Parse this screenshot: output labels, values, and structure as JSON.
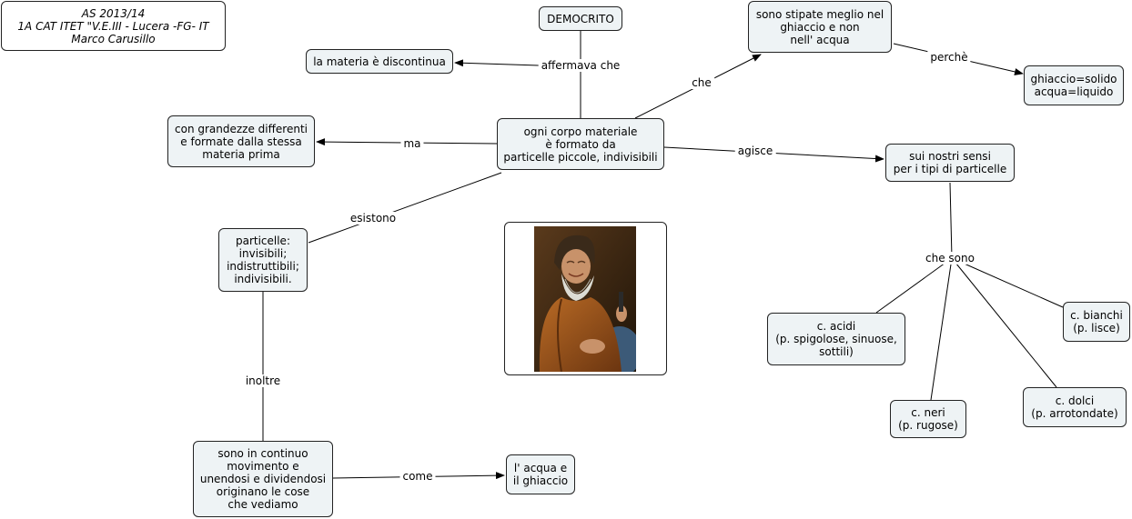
{
  "nodes": {
    "header": "AS 2013/14\n1A CAT ITET \"V.E.III - Lucera -FG- IT\nMarco Carusillo",
    "democrito": "DEMOCRITO",
    "materia_discontinua": "la materia è discontinua",
    "grandezze": "con grandezze differenti\ne formate dalla stessa\nmateria prima",
    "ogni_corpo": "ogni corpo materiale\nè formato da\nparticelle piccole, indivisibili",
    "stipate": "sono stipate meglio nel\nghiaccio e non\nnell' acqua",
    "ghiaccio_solido": "ghiaccio=solido\nacqua=liquido",
    "sensi": "sui nostri sensi\nper i tipi di particelle",
    "particelle": "particelle:\ninvisibili;\nindistruttibili;\nindivisibili.",
    "acidi": "c. acidi\n(p. spigolose, sinuose,\nsottili)",
    "bianchi": "c. bianchi\n(p. lisce)",
    "neri": "c. neri\n(p. rugose)",
    "dolci": "c. dolci\n(p. arrotondate)",
    "movimento": "sono in continuo\nmovimento e\nunendosi e dividendosi\noriginano le cose\nche vediamo",
    "acqua_ghiaccio": "l' acqua e\nil ghiaccio"
  },
  "link_labels": {
    "affermava_che": "affermava che",
    "che": "che",
    "perche": "perchè",
    "ma": "ma",
    "agisce": "agisce",
    "esistono": "esistono",
    "che_sono": "che sono",
    "inoltre": "inoltre",
    "come": "come"
  },
  "image": {
    "subject": "portrait-of-democritus"
  },
  "colors": {
    "node_fill": "#eef3f5",
    "border": "#222222",
    "line": "#000000"
  }
}
